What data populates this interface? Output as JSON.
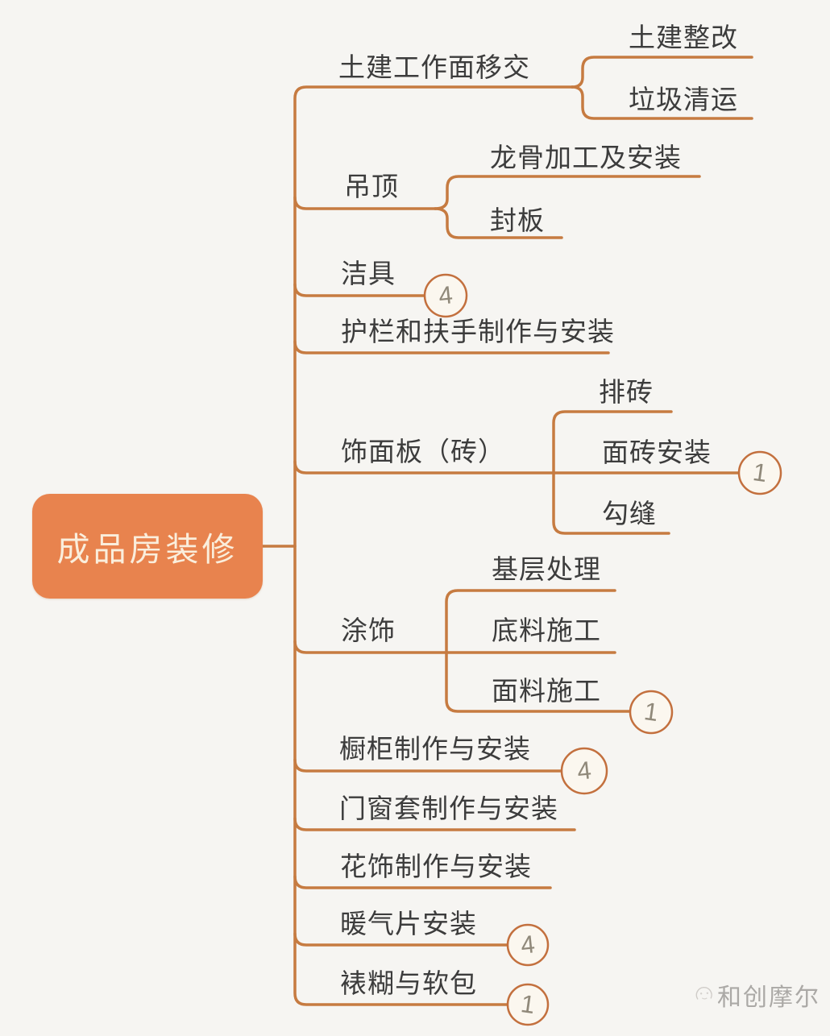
{
  "root": {
    "label": "成品房装修"
  },
  "branches": [
    {
      "label": "土建工作面移交",
      "children": [
        {
          "label": "土建整改"
        },
        {
          "label": "垃圾清运"
        }
      ]
    },
    {
      "label": "吊顶",
      "children": [
        {
          "label": "龙骨加工及安装"
        },
        {
          "label": "封板"
        }
      ]
    },
    {
      "label": "洁具",
      "badge": "4"
    },
    {
      "label": "护栏和扶手制作与安装"
    },
    {
      "label": "饰面板（砖）",
      "children": [
        {
          "label": "排砖"
        },
        {
          "label": "面砖安装",
          "badge": "1"
        },
        {
          "label": "勾缝"
        }
      ]
    },
    {
      "label": "涂饰",
      "children": [
        {
          "label": "基层处理"
        },
        {
          "label": "底料施工"
        },
        {
          "label": "面料施工",
          "badge": "1"
        }
      ]
    },
    {
      "label": "橱柜制作与安装",
      "badge": "4"
    },
    {
      "label": "门窗套制作与安装"
    },
    {
      "label": "花饰制作与安装"
    },
    {
      "label": "暖气片安装",
      "badge": "4"
    },
    {
      "label": "裱糊与软包",
      "badge": "1"
    }
  ],
  "watermark": {
    "label": "和创摩尔"
  },
  "colors": {
    "background": "#f6f5f2",
    "branch_line": "#c67b41",
    "root_fill": "#e8834e",
    "root_text": "#faeedc",
    "topic_text": "#3c3c3c",
    "badge_border": "#c3703e",
    "badge_fill": "#fbf7ef",
    "badge_text": "#90897a"
  }
}
